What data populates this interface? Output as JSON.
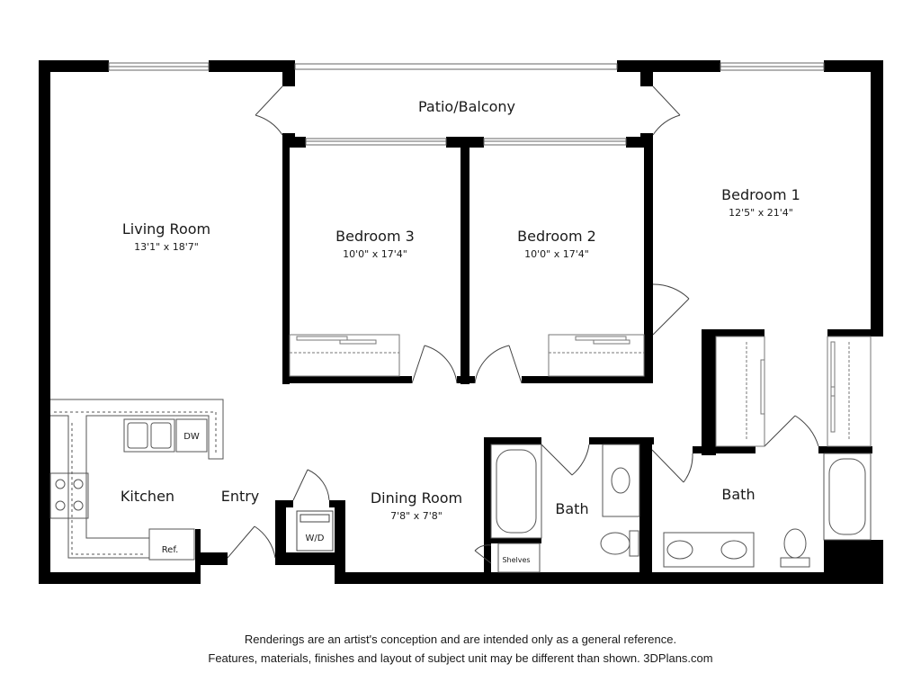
{
  "rooms": {
    "patio": {
      "name": "Patio/Balcony"
    },
    "living": {
      "name": "Living Room",
      "dims": "13'1\" x 18'7\""
    },
    "bedroom3": {
      "name": "Bedroom 3",
      "dims": "10'0\" x 17'4\""
    },
    "bedroom2": {
      "name": "Bedroom 2",
      "dims": "10'0\" x 17'4\""
    },
    "bedroom1": {
      "name": "Bedroom 1",
      "dims": "12'5\" x 21'4\""
    },
    "kitchen": {
      "name": "Kitchen"
    },
    "entry": {
      "name": "Entry"
    },
    "dining": {
      "name": "Dining Room",
      "dims": "7'8\" x 7'8\""
    },
    "bath_hall": {
      "name": "Bath"
    },
    "bath_master": {
      "name": "Bath"
    }
  },
  "fixtures": {
    "dishwasher": "DW",
    "refrigerator": "Ref.",
    "washer_dryer": "W/D",
    "shelves": "Shelves"
  },
  "disclaimer": {
    "line1": "Renderings are an artist's conception and are intended only as a general reference.",
    "line2": "Features, materials, finishes and layout of subject unit may be different than shown. 3DPlans.com"
  },
  "colors": {
    "wall": "#000000",
    "line": "#555555",
    "background": "#ffffff"
  }
}
